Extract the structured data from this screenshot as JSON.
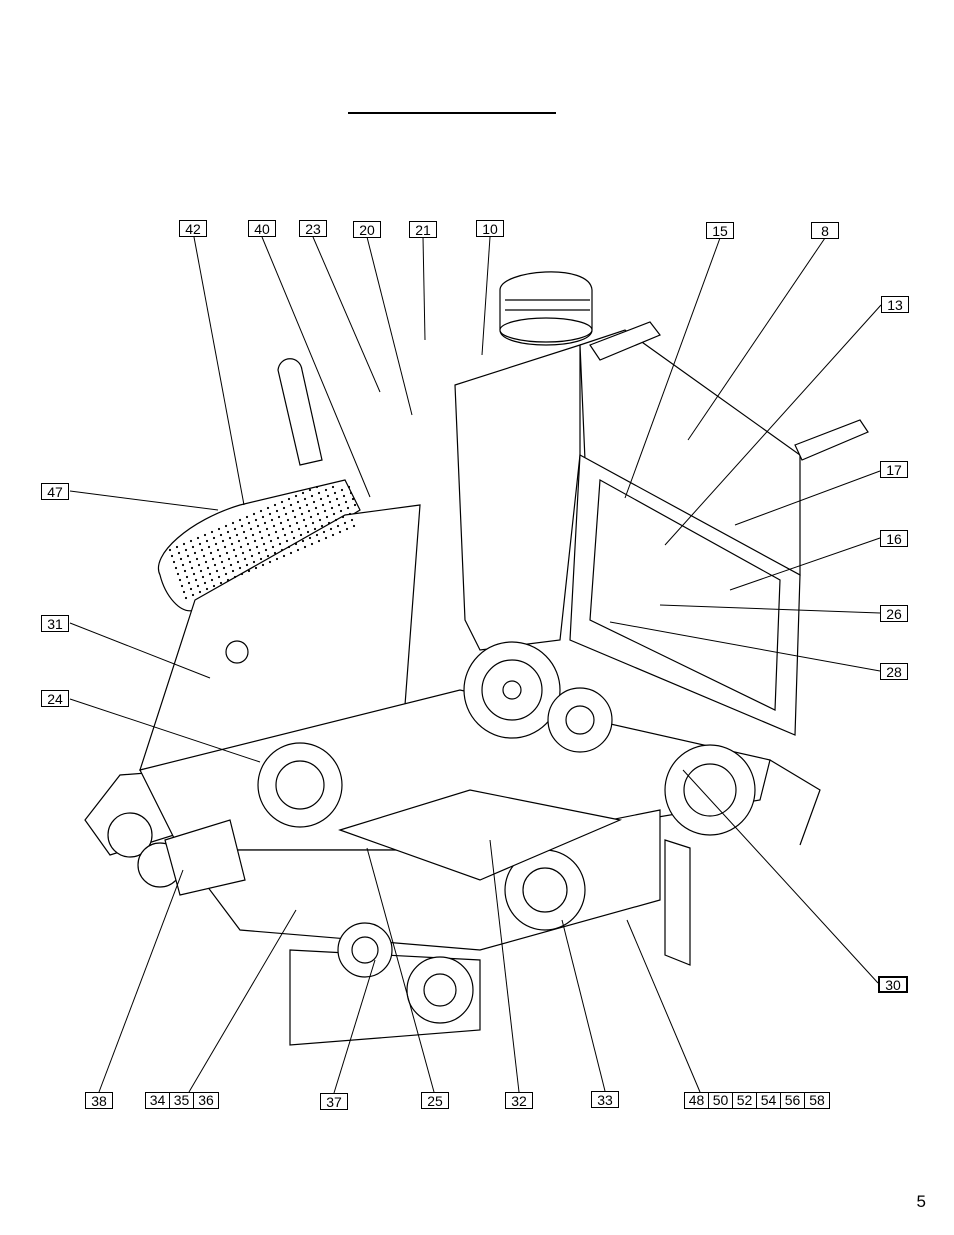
{
  "callouts": {
    "c42": "42",
    "c40": "40",
    "c23": "23",
    "c20": "20",
    "c21": "21",
    "c10": "10",
    "c15": "15",
    "c8": "8",
    "c13": "13",
    "c17": "17",
    "c16": "16",
    "c26": "26",
    "c28": "28",
    "c47": "47",
    "c31": "31",
    "c24": "24",
    "c30": "30",
    "c38": "38",
    "c37": "37",
    "c25": "25",
    "c32": "32",
    "c33": "33"
  },
  "groups": {
    "g34": [
      "34",
      "35",
      "36"
    ],
    "g48": [
      "48",
      "50",
      "52",
      "54",
      "56",
      "58"
    ]
  },
  "page_number": "5"
}
